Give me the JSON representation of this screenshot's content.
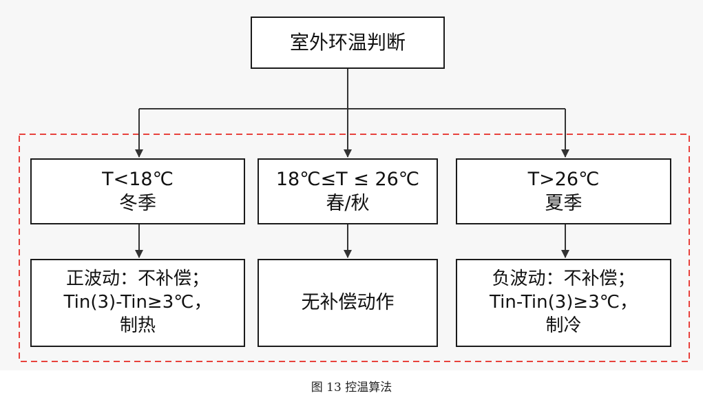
{
  "root": {
    "label": "室外环温判断"
  },
  "branches": [
    {
      "condition": "T<18℃",
      "season": "冬季",
      "action_lines": [
        "正波动：不补偿；",
        "Tin(3)-Tin≥3℃，",
        "制热"
      ]
    },
    {
      "condition": "18℃≤T ≤ 26℃",
      "season": "春/秋",
      "action_lines": [
        "无补偿动作"
      ]
    },
    {
      "condition": "T>26℃",
      "season": "夏季",
      "action_lines": [
        "负波动：不补偿；",
        "Tin-Tin(3)≥3℃，",
        "制冷"
      ]
    }
  ],
  "caption": "图 13 控温算法",
  "colors": {
    "box_border": "#1a1a1a",
    "arrow": "#333333",
    "dashed_group_border": "#e8413c"
  }
}
